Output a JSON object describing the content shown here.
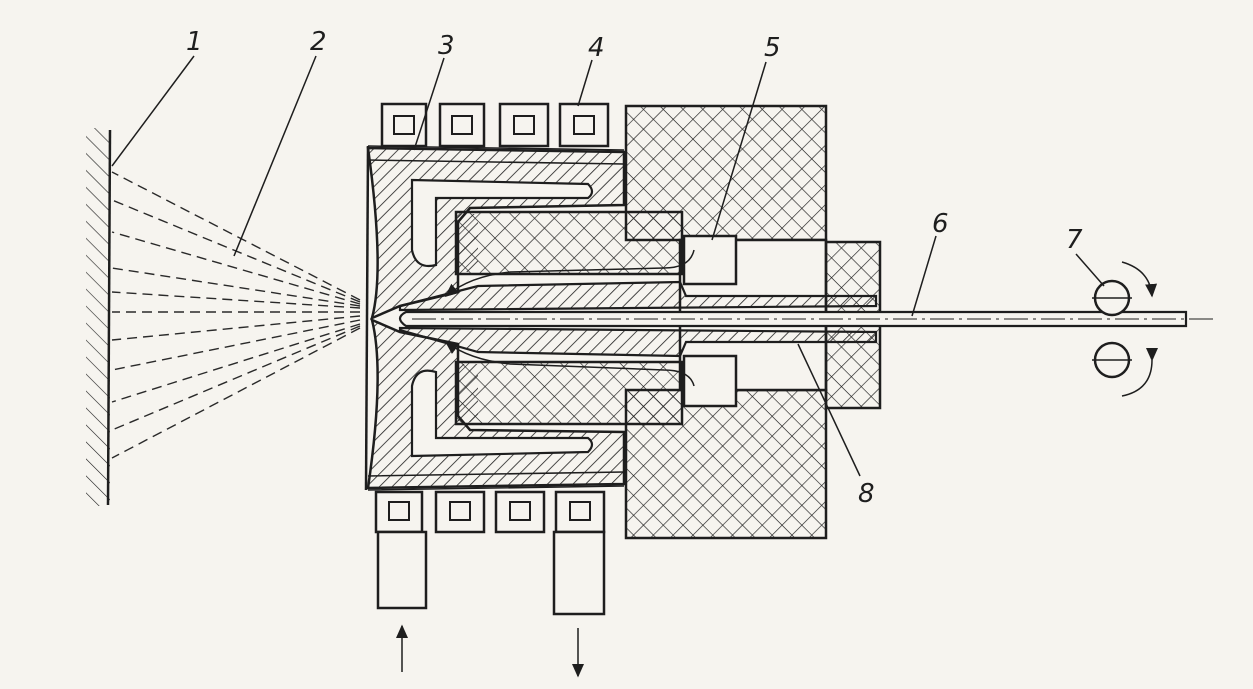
{
  "diagram": {
    "callouts": [
      "1",
      "2",
      "3",
      "4",
      "5",
      "6",
      "7",
      "8"
    ],
    "colors": {
      "ink": "#1e1e1e",
      "paper": "#f6f4ef"
    }
  }
}
